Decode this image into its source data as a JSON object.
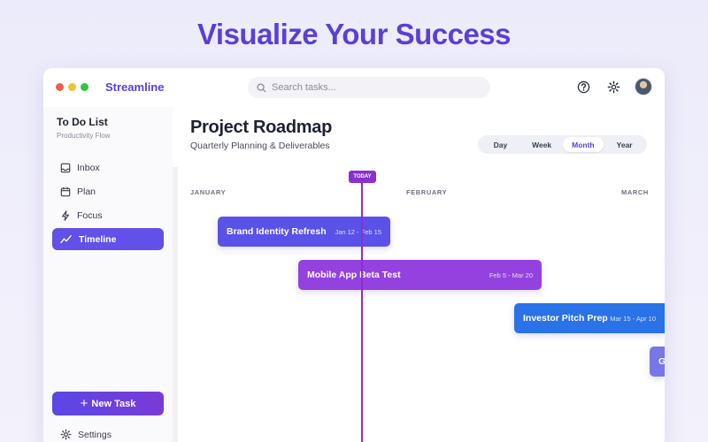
{
  "hero": {
    "title": "Visualize Your Success"
  },
  "app": {
    "name": "Streamline"
  },
  "search": {
    "placeholder": "Search tasks..."
  },
  "workspace": {
    "title": "To Do List",
    "subtitle": "Productivity Flow"
  },
  "sidebar": {
    "items": [
      {
        "label": "Inbox",
        "icon": "inbox-icon"
      },
      {
        "label": "Plan",
        "icon": "calendar-icon"
      },
      {
        "label": "Focus",
        "icon": "bolt-icon"
      },
      {
        "label": "Timeline",
        "icon": "trend-icon",
        "active": true
      }
    ],
    "new_task": "New Task",
    "settings": "Settings"
  },
  "main": {
    "title": "Project Roadmap",
    "subtitle": "Quarterly Planning & Deliverables",
    "views": [
      "Day",
      "Week",
      "Month",
      "Year"
    ],
    "active_view": "Month"
  },
  "timeline": {
    "months": [
      "JANUARY",
      "FEBRUARY",
      "MARCH"
    ],
    "today_label": "TODAY",
    "tasks": [
      {
        "name": "Brand Identity Refresh",
        "dates": "Jan 12 - Feb 15",
        "color": "#5a52e8"
      },
      {
        "name": "Mobile App Beta Test",
        "dates": "Feb 5 - Mar 20",
        "color": "#9342e0"
      },
      {
        "name": "Investor Pitch Prep",
        "dates": "Mar 15 - Apr 10",
        "color": "#2a72e8"
      },
      {
        "name": "G",
        "dates": "",
        "color": "#7678e8"
      }
    ]
  },
  "colors": {
    "accent": "#5b3fd6",
    "today": "#8a2fd0"
  }
}
